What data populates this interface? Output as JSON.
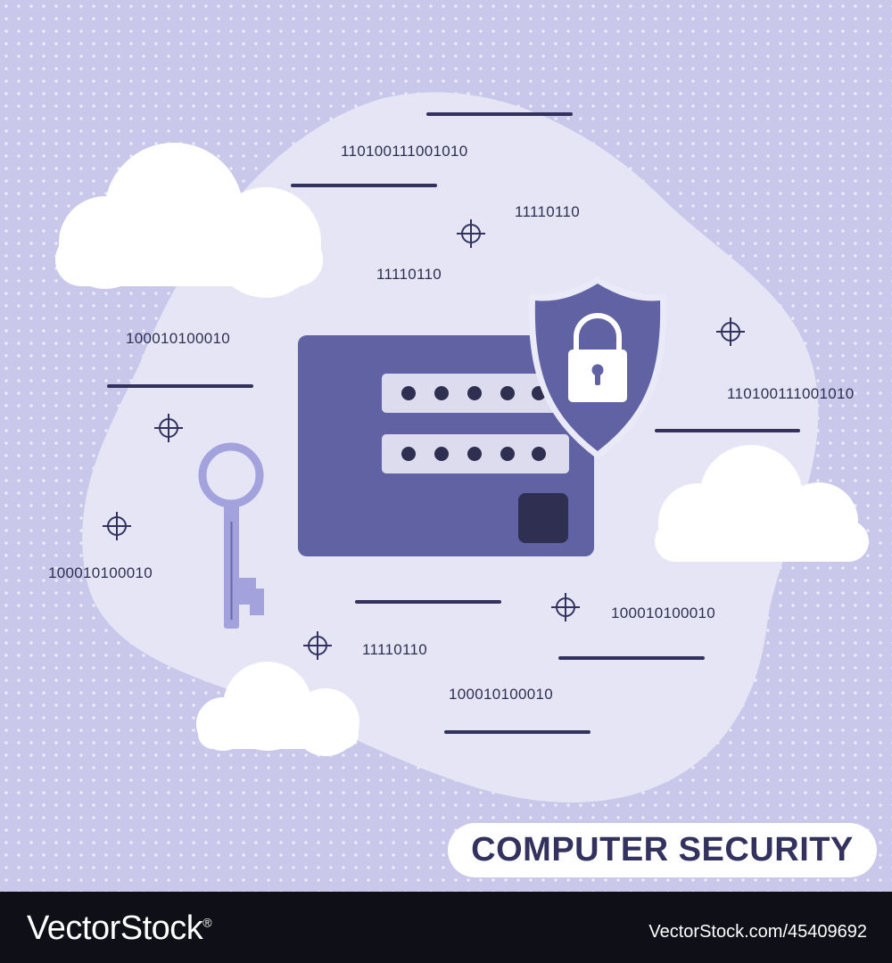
{
  "illustration": {
    "title": "COMPUTER SECURITY",
    "binary_labels": [
      "110100111001010",
      "11110110",
      "11110110",
      "100010100010",
      "110100111001010",
      "100010100010",
      "100010100010",
      "11110110",
      "100010100010"
    ],
    "icons": [
      "shield-icon",
      "padlock-icon",
      "key-icon",
      "crosshair-icon",
      "cloud-icon"
    ],
    "colors": {
      "background": "#c9c8ea",
      "blob": "#e6e5f6",
      "card": "#6062a4",
      "shield": "#6062a4",
      "key": "#a3a2dc",
      "dark": "#2f2f52",
      "footer": "#0f0f17"
    }
  },
  "footer": {
    "brand": "VectorStock",
    "brand_mark": "®",
    "url_id": "VectorStock.com/45409692"
  }
}
